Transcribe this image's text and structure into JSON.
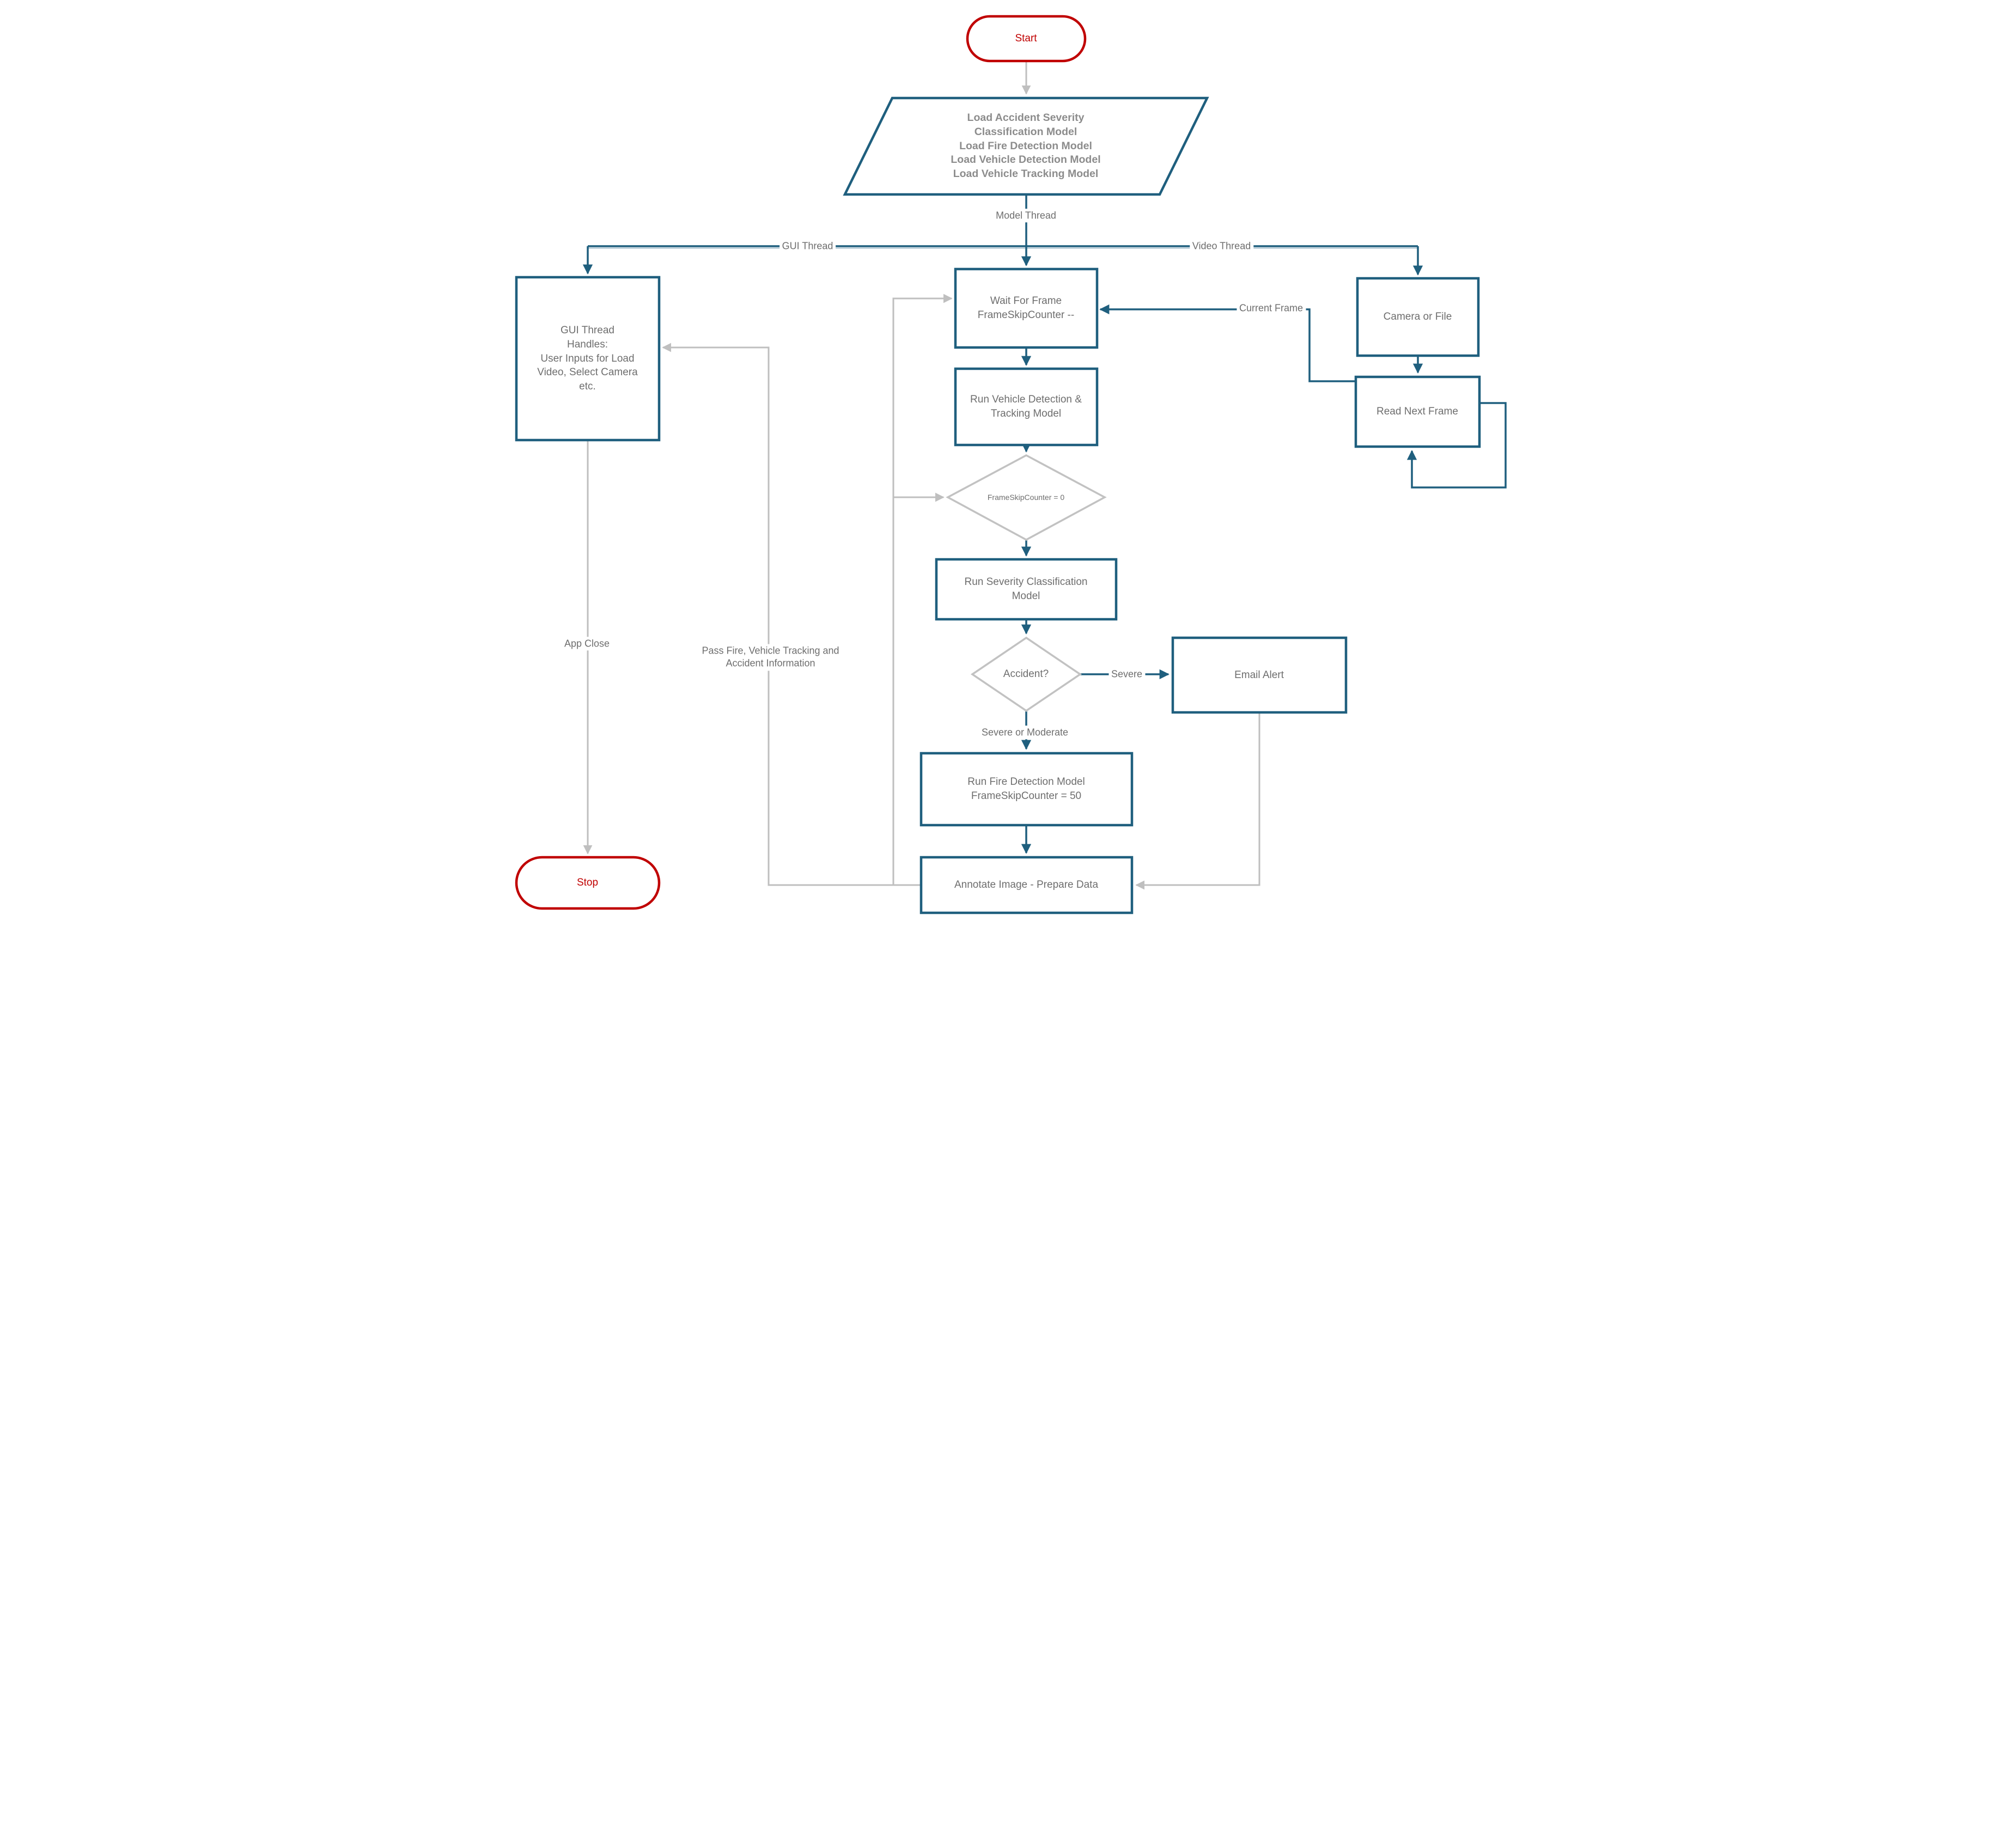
{
  "diagram": {
    "colors": {
      "accent_teal": "#1F5F7E",
      "connector_gray": "#BFBFBF",
      "terminal_red": "#C00000",
      "text_gray": "#6E6E6E"
    },
    "nodes": {
      "start": {
        "label": "Start"
      },
      "load_models": {
        "label": "Load Accident Severity\nClassification Model\nLoad Fire Detection Model\nLoad Vehicle Detection Model\nLoad Vehicle Tracking Model"
      },
      "gui_handles": {
        "label": "GUI Thread\nHandles:\nUser Inputs for Load\nVideo, Select Camera\netc."
      },
      "wait_frame": {
        "label": "Wait For Frame\nFrameSkipCounter --"
      },
      "camera_file": {
        "label": "Camera or File"
      },
      "read_frame": {
        "label": "Read Next Frame"
      },
      "run_vehicle": {
        "label": "Run Vehicle Detection &\nTracking Model"
      },
      "frameskip_check": {
        "label": "FrameSkipCounter = 0"
      },
      "run_severity": {
        "label": "Run Severity Classification\nModel"
      },
      "accident_check": {
        "label": "Accident?"
      },
      "email_alert": {
        "label": "Email Alert"
      },
      "run_fire": {
        "label": "Run Fire Detection Model\nFrameSkipCounter = 50"
      },
      "annotate": {
        "label": "Annotate Image - Prepare Data"
      },
      "stop": {
        "label": "Stop"
      }
    },
    "edge_labels": {
      "model_thread": "Model Thread",
      "gui_thread": "GUI Thread",
      "video_thread": "Video Thread",
      "current_frame": "Current Frame",
      "severe": "Severe",
      "severe_or_moderate": "Severe or Moderate",
      "app_close": "App Close",
      "pass_info": "Pass Fire, Vehicle Tracking and\nAccident Information"
    }
  }
}
